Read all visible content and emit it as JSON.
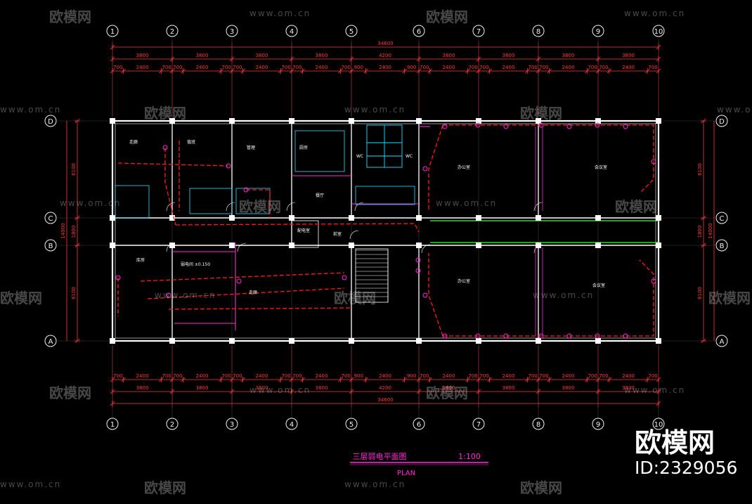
{
  "title": {
    "main": "三层弱电平面图",
    "scale": "1:100",
    "sub": "PLAN"
  },
  "axes_num": [
    "1",
    "2",
    "3",
    "4",
    "5",
    "6",
    "7",
    "8",
    "9",
    "10"
  ],
  "axes_letter_left": [
    "D",
    "C",
    "B",
    "A"
  ],
  "total_dim": "34600",
  "top_bays": [
    "3800",
    "3800",
    "3800",
    "3800",
    "4200",
    "3800",
    "3800",
    "3800",
    "3800"
  ],
  "bot_bays": [
    "3800",
    "3800",
    "3800",
    "3800",
    "4200",
    "3800",
    "3800",
    "3800",
    "3800"
  ],
  "sub_dims": [
    "700",
    "2400",
    "700",
    "700",
    "2400",
    "700",
    "700",
    "2400",
    "700",
    "700",
    "2400",
    "700",
    "900",
    "2400",
    "900",
    "700",
    "2400",
    "700",
    "700",
    "2400",
    "700",
    "700",
    "2400",
    "700",
    "700",
    "2400",
    "700"
  ],
  "side_dims": [
    "6100",
    "1800",
    "6100"
  ],
  "side_total": "14000",
  "room_labels": [
    {
      "id": "r1",
      "text": "走廊"
    },
    {
      "id": "r2",
      "text": "值班"
    },
    {
      "id": "r3",
      "text": "管理"
    },
    {
      "id": "r4",
      "text": "厨房"
    },
    {
      "id": "r5",
      "text": "WC"
    },
    {
      "id": "r6",
      "text": "WC"
    },
    {
      "id": "r7",
      "text": "办公室"
    },
    {
      "id": "r8",
      "text": "会议室"
    },
    {
      "id": "r9",
      "text": "库房"
    },
    {
      "id": "r10",
      "text": "弱电间 ±0.150"
    },
    {
      "id": "r11",
      "text": "走廊"
    },
    {
      "id": "r12",
      "text": "办公室"
    },
    {
      "id": "r13",
      "text": "会议室"
    },
    {
      "id": "r14",
      "text": "配电室"
    },
    {
      "id": "r15",
      "text": "前室"
    },
    {
      "id": "r16",
      "text": "餐厅"
    }
  ],
  "watermark": {
    "logo": "欧模网",
    "url": "www.om.cn"
  },
  "brand": {
    "name": "欧模网",
    "id": "ID:2329056"
  },
  "colors": {
    "bg": "#000000",
    "wall": "#ffffff",
    "dim": "#ff3b3b",
    "axis": "#f2f2f2",
    "red_dash": "#ff1a1a",
    "magenta": "#ff2ad4",
    "cyan": "#22e0ff",
    "green": "#2bd62b"
  }
}
